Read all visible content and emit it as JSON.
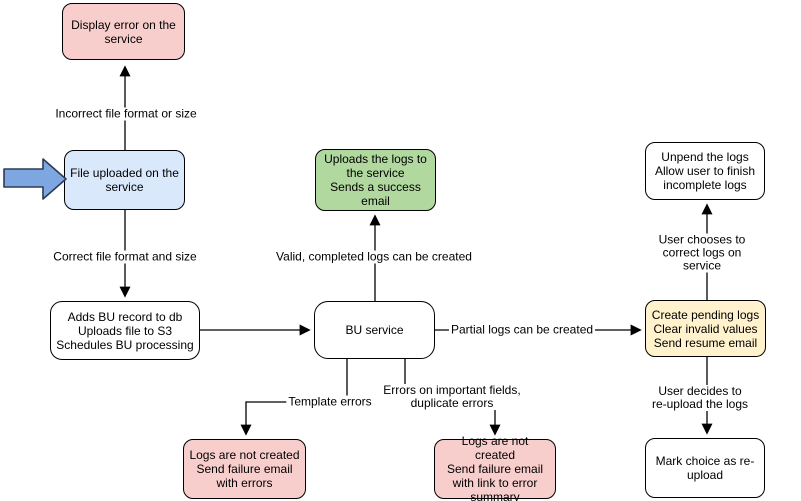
{
  "diagram": {
    "colors": {
      "background": "#FFFFFF",
      "pink": "#F8CECC",
      "blue": "#DAE8FC",
      "green": "#B1D89E",
      "yellow": "#FFF2CC",
      "white": "#FFFFFF",
      "node-stroke": "#000000",
      "edge": "#000000",
      "arrow-fill": "#7EA6E0",
      "arrow-stroke": "#2D3B55",
      "label-bg": "#FFFFFF"
    },
    "nodes": {
      "display_error": "Display error on the service",
      "file_uploaded": "File uploaded on the service",
      "adds_bu_record": "Adds BU record to db\nUploads file to S3\nSchedules BU processing",
      "bu_service": "BU service",
      "uploads_logs": "Uploads the logs to the service\nSends a success email",
      "create_pending": "Create pending logs\nClear invalid values\nSend resume email",
      "unpend_logs": "Unpend the logs\nAllow user to finish incomplete logs",
      "mark_reupload": "Mark choice as re-upload",
      "logs_not_created_errors": "Logs are not created\nSend failure email with errors",
      "logs_not_created_summary": "Logs are not created\nSend failure email with link to error summary"
    },
    "edge_labels": {
      "incorrect_format": "Incorrect file format or size",
      "correct_format": "Correct file format and size",
      "valid_logs": "Valid, completed logs can be created",
      "partial_logs": "Partial logs can be created",
      "template_errors": "Template errors",
      "important_field_errors": "Errors on important fields,\nduplicate errors",
      "user_corrects": "User chooses to correct logs on service",
      "user_reuploads": "User decides to re-upload the logs"
    }
  }
}
